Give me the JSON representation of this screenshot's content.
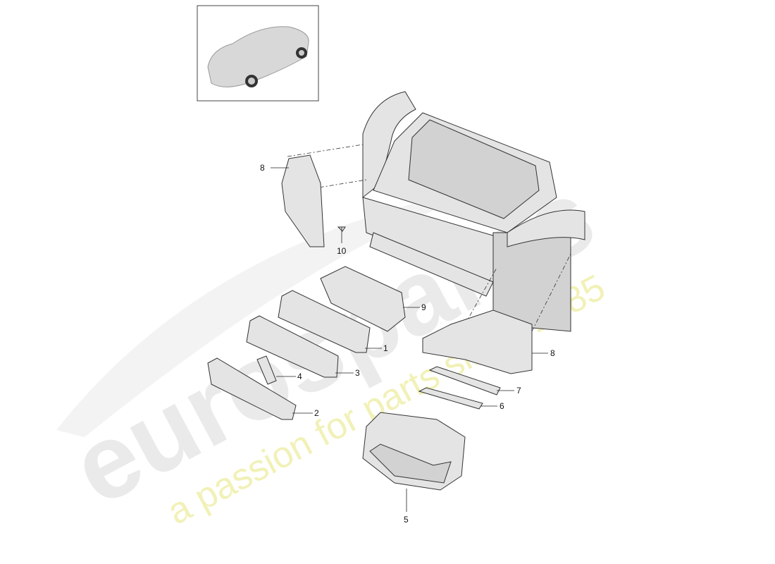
{
  "watermark": {
    "brand": "eurospares",
    "tagline": "a passion for parts since 1985"
  },
  "thumbnail": {
    "icon": "car-overview-icon"
  },
  "callouts": [
    {
      "id": "8a",
      "label": "8"
    },
    {
      "id": "10",
      "label": "10"
    },
    {
      "id": "9",
      "label": "9"
    },
    {
      "id": "1",
      "label": "1"
    },
    {
      "id": "3",
      "label": "3"
    },
    {
      "id": "4",
      "label": "4"
    },
    {
      "id": "2",
      "label": "2"
    },
    {
      "id": "8b",
      "label": "8"
    },
    {
      "id": "7",
      "label": "7"
    },
    {
      "id": "6",
      "label": "6"
    },
    {
      "id": "5",
      "label": "5"
    }
  ]
}
